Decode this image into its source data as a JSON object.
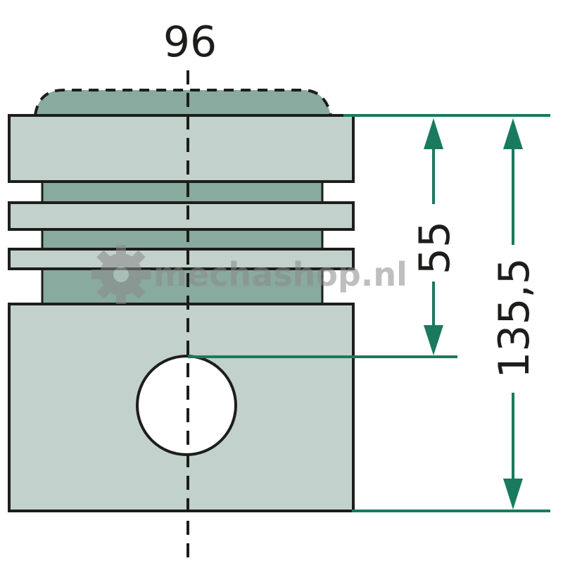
{
  "dimensions": {
    "diameter": "96",
    "pin_height": "55",
    "total_height": "135,5"
  },
  "watermark": {
    "text": "mechashop.nl",
    "icon": "gear-icon"
  },
  "colors": {
    "piston_body": "#c2d1cb",
    "piston_groove": "#89aa9e",
    "outline": "#1d1d1b",
    "dimension_line": "#1a7a5e",
    "watermark": "#8a8a8a"
  }
}
